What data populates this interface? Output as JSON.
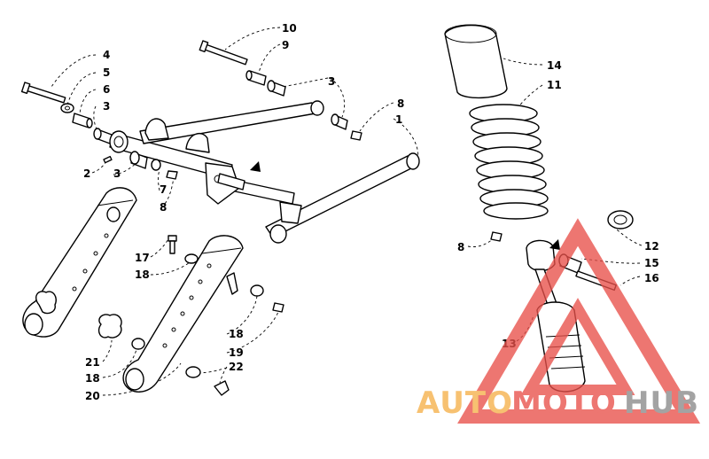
{
  "diagram": {
    "callouts": [
      {
        "id": "c4",
        "text": "4"
      },
      {
        "id": "c5",
        "text": "5"
      },
      {
        "id": "c6",
        "text": "6"
      },
      {
        "id": "c3a",
        "text": "3"
      },
      {
        "id": "c2",
        "text": "2"
      },
      {
        "id": "c3b",
        "text": "3"
      },
      {
        "id": "c7",
        "text": "7"
      },
      {
        "id": "c8a",
        "text": "8"
      },
      {
        "id": "c10",
        "text": "10"
      },
      {
        "id": "c9",
        "text": "9"
      },
      {
        "id": "c3c",
        "text": "3"
      },
      {
        "id": "c8b",
        "text": "8"
      },
      {
        "id": "c1",
        "text": "1"
      },
      {
        "id": "c14",
        "text": "14"
      },
      {
        "id": "c11",
        "text": "11"
      },
      {
        "id": "c12",
        "text": "12"
      },
      {
        "id": "c15",
        "text": "15"
      },
      {
        "id": "c16",
        "text": "16"
      },
      {
        "id": "c8c",
        "text": "8"
      },
      {
        "id": "c13",
        "text": "13"
      },
      {
        "id": "c17",
        "text": "17"
      },
      {
        "id": "c18a",
        "text": "18"
      },
      {
        "id": "c18b",
        "text": "18"
      },
      {
        "id": "c19",
        "text": "19"
      },
      {
        "id": "c21",
        "text": "21"
      },
      {
        "id": "c18c",
        "text": "18"
      },
      {
        "id": "c22",
        "text": "22"
      },
      {
        "id": "c20",
        "text": "20"
      }
    ]
  },
  "watermark": {
    "text_a": "AUTO",
    "text_b": "MOTO",
    "text_c": "HUB",
    "color_orange": "#f5b04a",
    "color_red": "#e8504a",
    "color_gray": "#8a8a8a"
  }
}
